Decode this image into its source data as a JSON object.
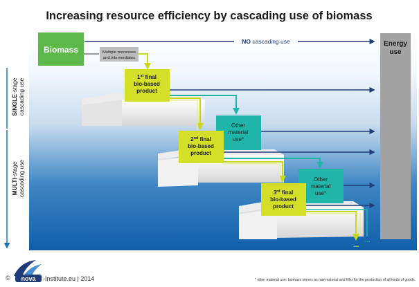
{
  "title": "Increasing resource efficiency by cascading use of biomass",
  "biomass": "Biomass",
  "multiple_processes": [
    "Multiple processes",
    "and intermediates"
  ],
  "no_cascading": {
    "bold": "NO",
    "rest": " cascading use"
  },
  "energy_use": [
    "Energy",
    "use"
  ],
  "single_stage": {
    "bold": "SINGLE",
    "rest": "-stage",
    "line2": "cascading use"
  },
  "multi_stage": {
    "bold": "MULTI",
    "rest": "-stage",
    "line2": "cascading use"
  },
  "products": [
    {
      "num": "1",
      "sup": "st",
      "word": " final",
      "line2": "bio-based",
      "line3": "product"
    },
    {
      "num": "2",
      "sup": "nd",
      "word": " final",
      "line2": "bio-based",
      "line3": "product"
    },
    {
      "num": "3",
      "sup": "rd",
      "word": " final",
      "line2": "bio-based",
      "line3": "product"
    }
  ],
  "other_material": [
    "Other",
    "material",
    "use*"
  ],
  "ellipsis": "...",
  "copyright": "©",
  "logo_text": "nova",
  "institute_text": "-Institute.eu | 2014",
  "footnote": "* other material use: biomass serves as raw material and filler for the production of all kinds of goods.",
  "colors": {
    "biomass_green": "#5db84a",
    "product_yellow": "#d4e028",
    "other_teal": "#1fb5a8",
    "arrow_navy": "#1f3b7a",
    "energy_gray": "#a3a3a3",
    "side_blue": "#1f72b8"
  }
}
